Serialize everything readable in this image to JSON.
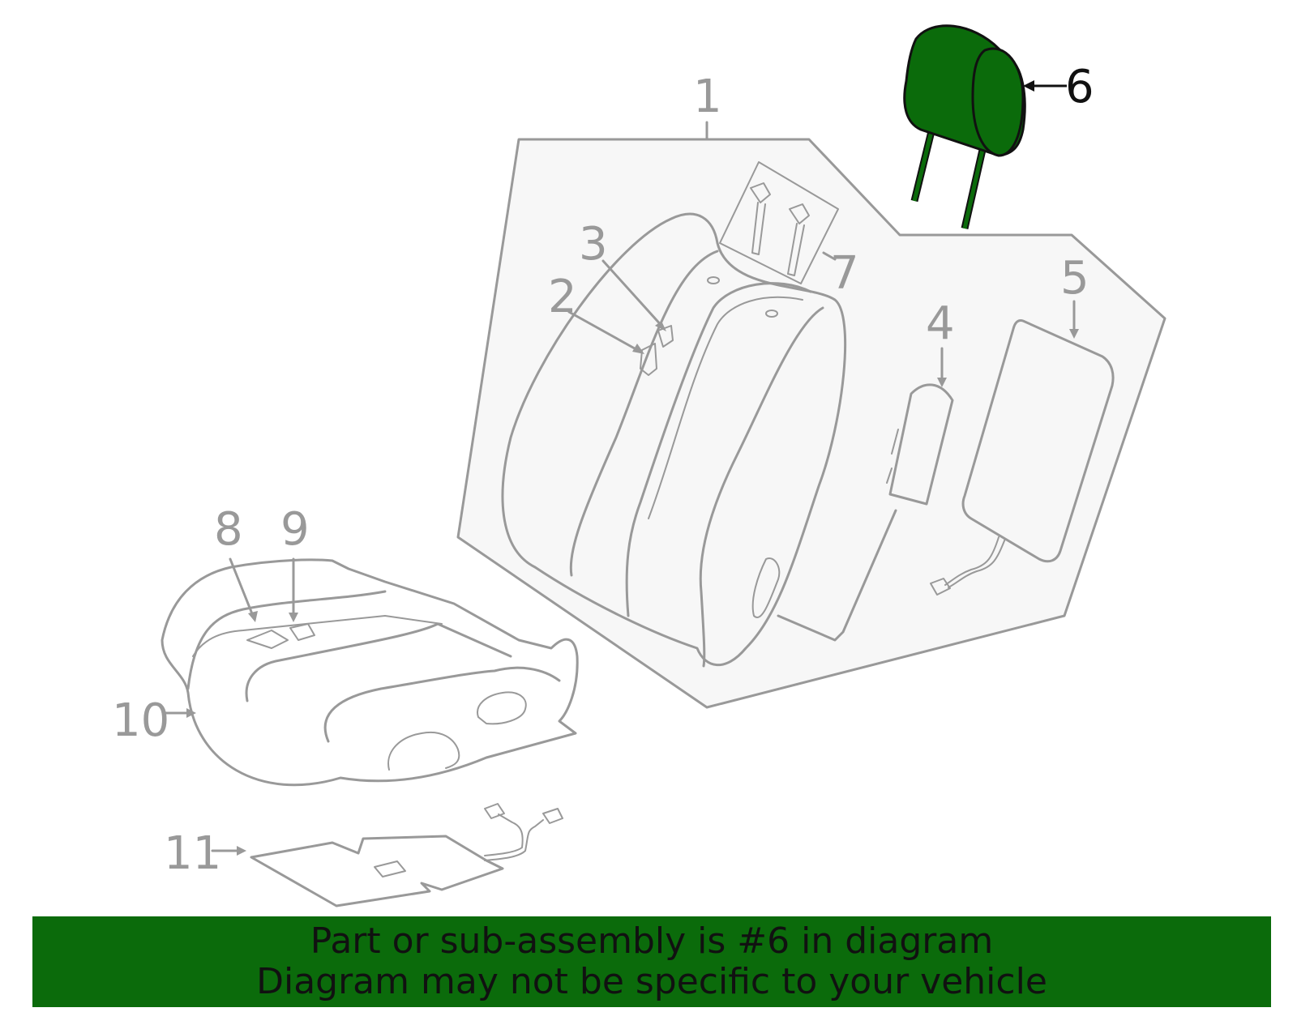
{
  "callouts": {
    "c1": "1",
    "c2": "2",
    "c3": "3",
    "c4": "4",
    "c5": "5",
    "c6": "6",
    "c7": "7",
    "c8": "8",
    "c9": "9",
    "c10": "10",
    "c11": "11"
  },
  "highlighted_part": "6",
  "colors": {
    "highlight": "#0b6b0b",
    "line": "#999999",
    "panel_fill": "#f7f7f7"
  },
  "banner": {
    "line1": "Part or sub-assembly is #6 in diagram",
    "line2": "Diagram may not be specific to your vehicle"
  }
}
